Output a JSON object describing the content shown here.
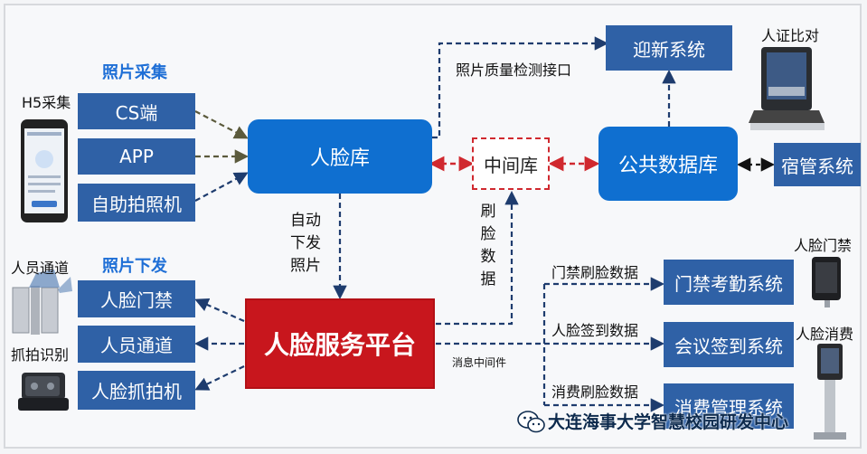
{
  "headers": {
    "photo_capture": "照片采集",
    "photo_distribution": "照片下发"
  },
  "labels": {
    "h5_capture": "H5采集",
    "staff_passage": "人员通道",
    "snapshot_recognition": "抓拍识别",
    "id_face_compare": "人证比对",
    "face_gate": "人脸门禁",
    "face_consumption": "人脸消费",
    "photo_quality_api": "照片质量检测接口",
    "auto_distribute": [
      "自动",
      "下发",
      "照片"
    ],
    "face_swipe_data_vertical": [
      "刷",
      "脸",
      "数",
      "据"
    ],
    "access_face_data": "门禁刷脸数据",
    "face_checkin_data": "人脸签到数据",
    "consume_face_data": "消费刷脸数据",
    "message_middleware": "消息中间件"
  },
  "capture_sources": [
    {
      "id": "cs",
      "label": "CS端"
    },
    {
      "id": "app",
      "label": "APP"
    },
    {
      "id": "kiosk",
      "label": "自助拍照机"
    }
  ],
  "distribution_targets": [
    {
      "id": "face-gate",
      "label": "人脸门禁"
    },
    {
      "id": "staff-passage",
      "label": "人员通道"
    },
    {
      "id": "face-camera",
      "label": "人脸抓拍机"
    }
  ],
  "core": {
    "face_db": "人脸库",
    "middle_db": "中间库",
    "public_db": "公共数据库",
    "service_platform": "人脸服务平台"
  },
  "systems": {
    "welcome": "迎新系统",
    "dorm": "宿管系统",
    "attendance": "门禁考勤系统",
    "meeting": "会议签到系统",
    "consumption": "消费管理系统"
  },
  "watermark": "大连海事大学智慧校园研发中心",
  "colors": {
    "box_blue": "#2f61a6",
    "core_blue": "#0f6fd0",
    "platform_red": "#c8161d",
    "header_blue": "#1f6fd6",
    "red_dashed": "#d0292f",
    "wire_navy": "#1e3c6e"
  }
}
